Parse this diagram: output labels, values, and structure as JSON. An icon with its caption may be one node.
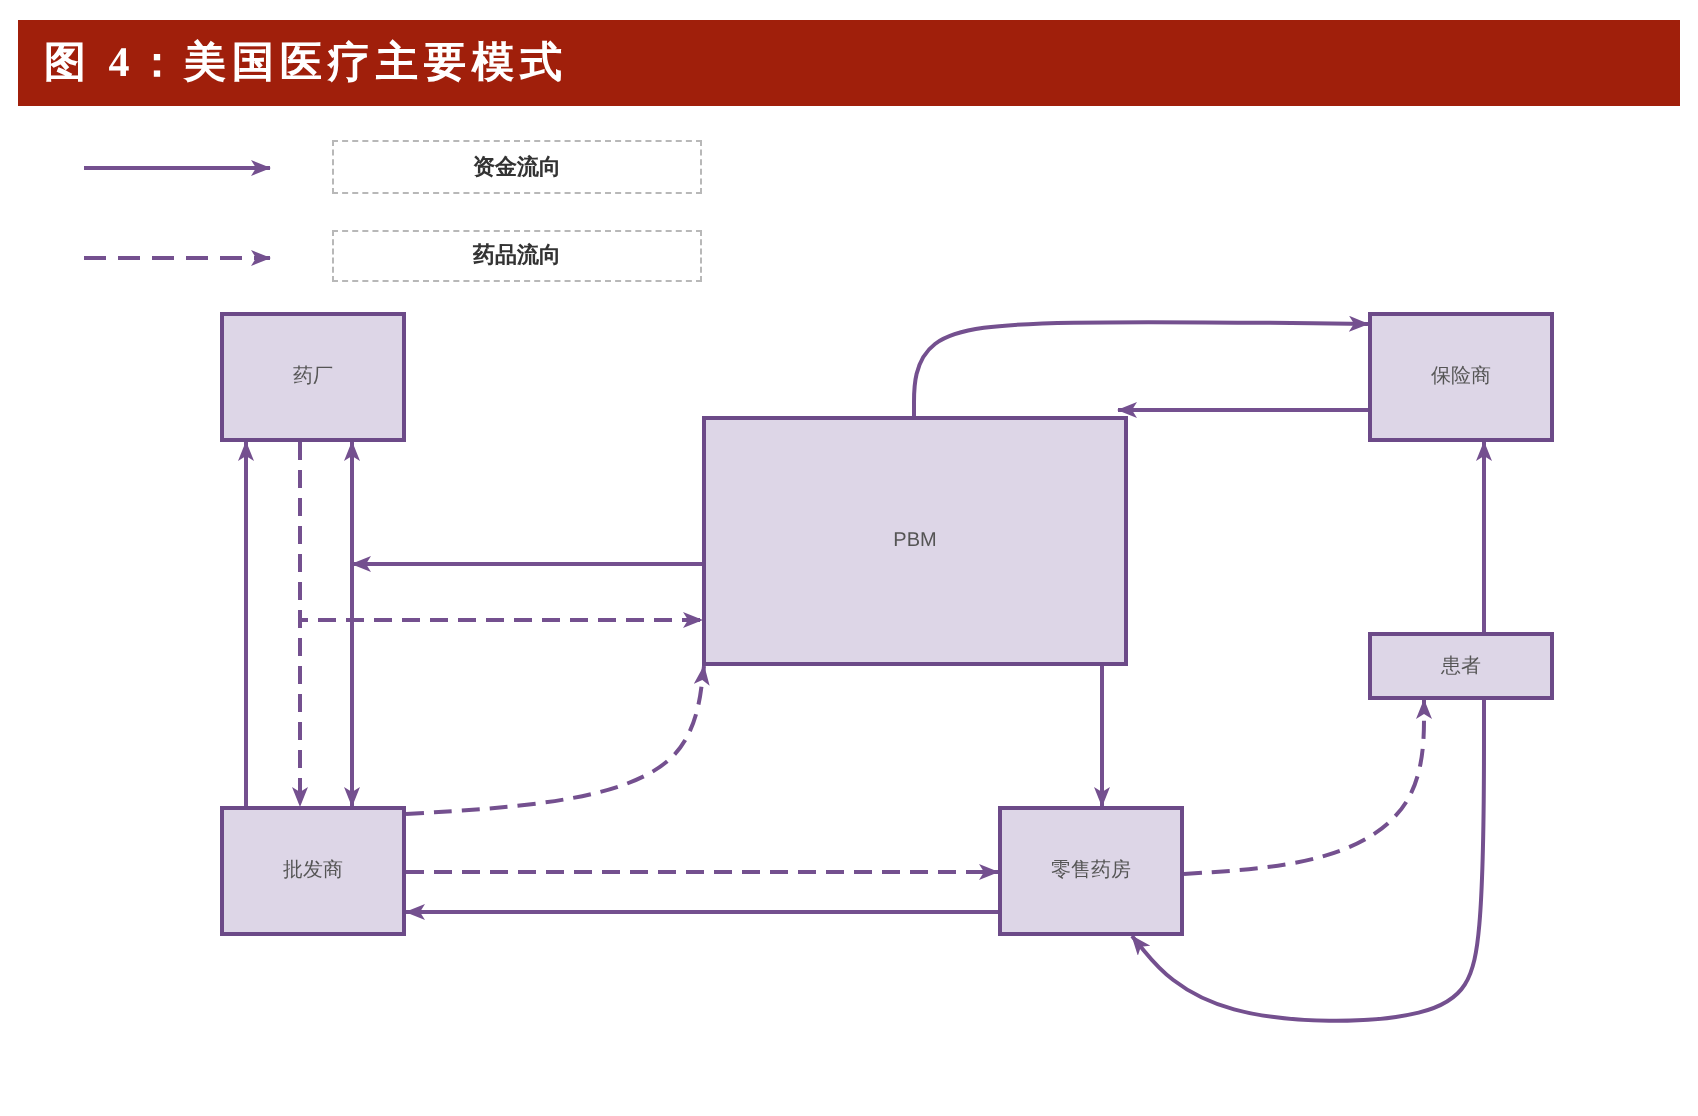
{
  "diagram": {
    "title": "图 4：美国医疗主要模式",
    "nodes": [
      {
        "text": [
          "药厂"
        ]
      },
      {
        "text": [
          "PBM"
        ]
      },
      {
        "text": [
          "保险商"
        ]
      },
      {
        "text": [
          "患者"
        ]
      },
      {
        "text": [
          "批发商"
        ]
      },
      {
        "text": [
          "零售药房"
        ]
      }
    ],
    "edges": [
      {
        "from": 4,
        "to": 0,
        "arrow": "to"
      },
      {
        "from": 0,
        "to": 4,
        "arrow": "to",
        "style": "dashed"
      },
      {
        "from": 0,
        "to": 4,
        "arrow": "both"
      },
      {
        "from": 1,
        "to": 0,
        "arrow": "to"
      },
      {
        "from": 0,
        "to": 1,
        "arrow": "to",
        "style": "dashed"
      },
      {
        "from": 4,
        "to": 1,
        "arrow": "to",
        "style": "dashed"
      },
      {
        "from": 4,
        "to": 5,
        "arrow": "to",
        "style": "dashed"
      },
      {
        "from": 5,
        "to": 4,
        "arrow": "to"
      },
      {
        "from": 1,
        "to": 5,
        "arrow": "to"
      },
      {
        "from": 1,
        "to": 2,
        "arrow": "to"
      },
      {
        "from": 2,
        "to": 1,
        "arrow": "to"
      },
      {
        "from": 3,
        "to": 2,
        "arrow": "to"
      },
      {
        "from": 5,
        "to": 3,
        "arrow": "to",
        "style": "dashed"
      },
      {
        "from": 3,
        "to": 5,
        "arrow": "to"
      }
    ],
    "legend": [
      {
        "text": "资金流向"
      },
      {
        "text": "药品流向"
      }
    ]
  }
}
